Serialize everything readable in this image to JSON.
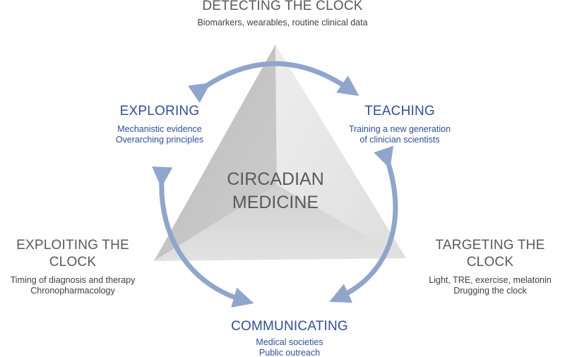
{
  "title": "CIRCADIAN MEDICINE",
  "center": {
    "line1": "CIRCADIAN",
    "line2": "MEDICINE"
  },
  "colors": {
    "gray_text": "#595959",
    "blue_text": "#2f4f9a",
    "arrow": "#8fa5cc",
    "face_left": "#c4c4c4",
    "face_right": "#e6e6e6",
    "face_bottom": "#d6d6d6"
  },
  "nodes": {
    "detecting": {
      "title": "DETECTING THE CLOCK",
      "sub": "Biomarkers, wearables, routine clinical data"
    },
    "exploiting": {
      "title": "EXPLOITING THE CLOCK",
      "sub1": "Timing of diagnosis and therapy",
      "sub2": "Chronopharmacology"
    },
    "targeting": {
      "title": "TARGETING THE CLOCK",
      "sub1": "Light, TRE, exercise, melatonin",
      "sub2": "Drugging the clock"
    },
    "exploring": {
      "title": "EXPLORING",
      "sub1": "Mechanistic evidence",
      "sub2": "Overarching principles"
    },
    "teaching": {
      "title": "TEACHING",
      "sub1": "Training a new generation",
      "sub2": "of clinician scientists"
    },
    "communicating": {
      "title": "COMMUNICATING",
      "sub1": "Medical societies",
      "sub2": "Public outreach"
    }
  }
}
